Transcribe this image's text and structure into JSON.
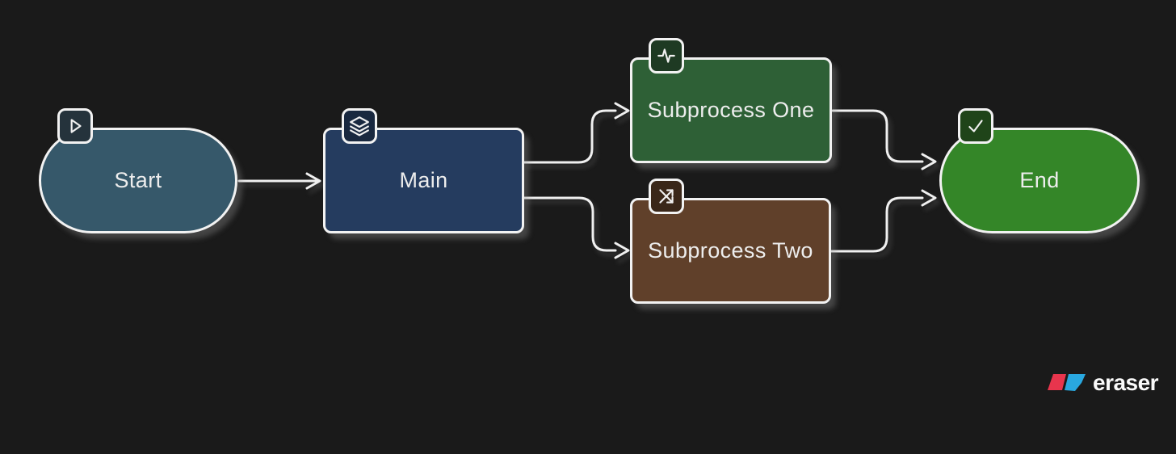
{
  "diagram": {
    "colors": {
      "background": "#1a1a1a",
      "connector_stroke": "#f0f0f0",
      "node_border": "#f2f2f2",
      "label_text": "#ededed"
    },
    "nodes": [
      {
        "label": "Start",
        "shape": "pill",
        "icon": "play-icon",
        "fill": "#36586a",
        "badge_fill": "#25333c"
      },
      {
        "label": "Main",
        "shape": "rectangle",
        "icon": "layers-icon",
        "fill": "#253c5f",
        "badge_fill": "#19283f"
      },
      {
        "label": "Subprocess One",
        "shape": "rectangle",
        "icon": "activity-icon",
        "fill": "#2e6036",
        "badge_fill": "#1e3a23"
      },
      {
        "label": "Subprocess Two",
        "shape": "rectangle",
        "icon": "shuffle-icon",
        "fill": "#60402a",
        "badge_fill": "#3a2719"
      },
      {
        "label": "End",
        "shape": "pill",
        "icon": "check-icon",
        "fill": "#348628",
        "badge_fill": "#1f4419"
      }
    ],
    "edges": [
      {
        "from": "Start",
        "to": "Main"
      },
      {
        "from": "Main",
        "to": "Subprocess One"
      },
      {
        "from": "Main",
        "to": "Subprocess Two"
      },
      {
        "from": "Subprocess One",
        "to": "End"
      },
      {
        "from": "Subprocess Two",
        "to": "End"
      }
    ]
  },
  "branding": {
    "logo_text": "eraser",
    "logo_red": "#e8354d",
    "logo_blue": "#29a8e0"
  }
}
